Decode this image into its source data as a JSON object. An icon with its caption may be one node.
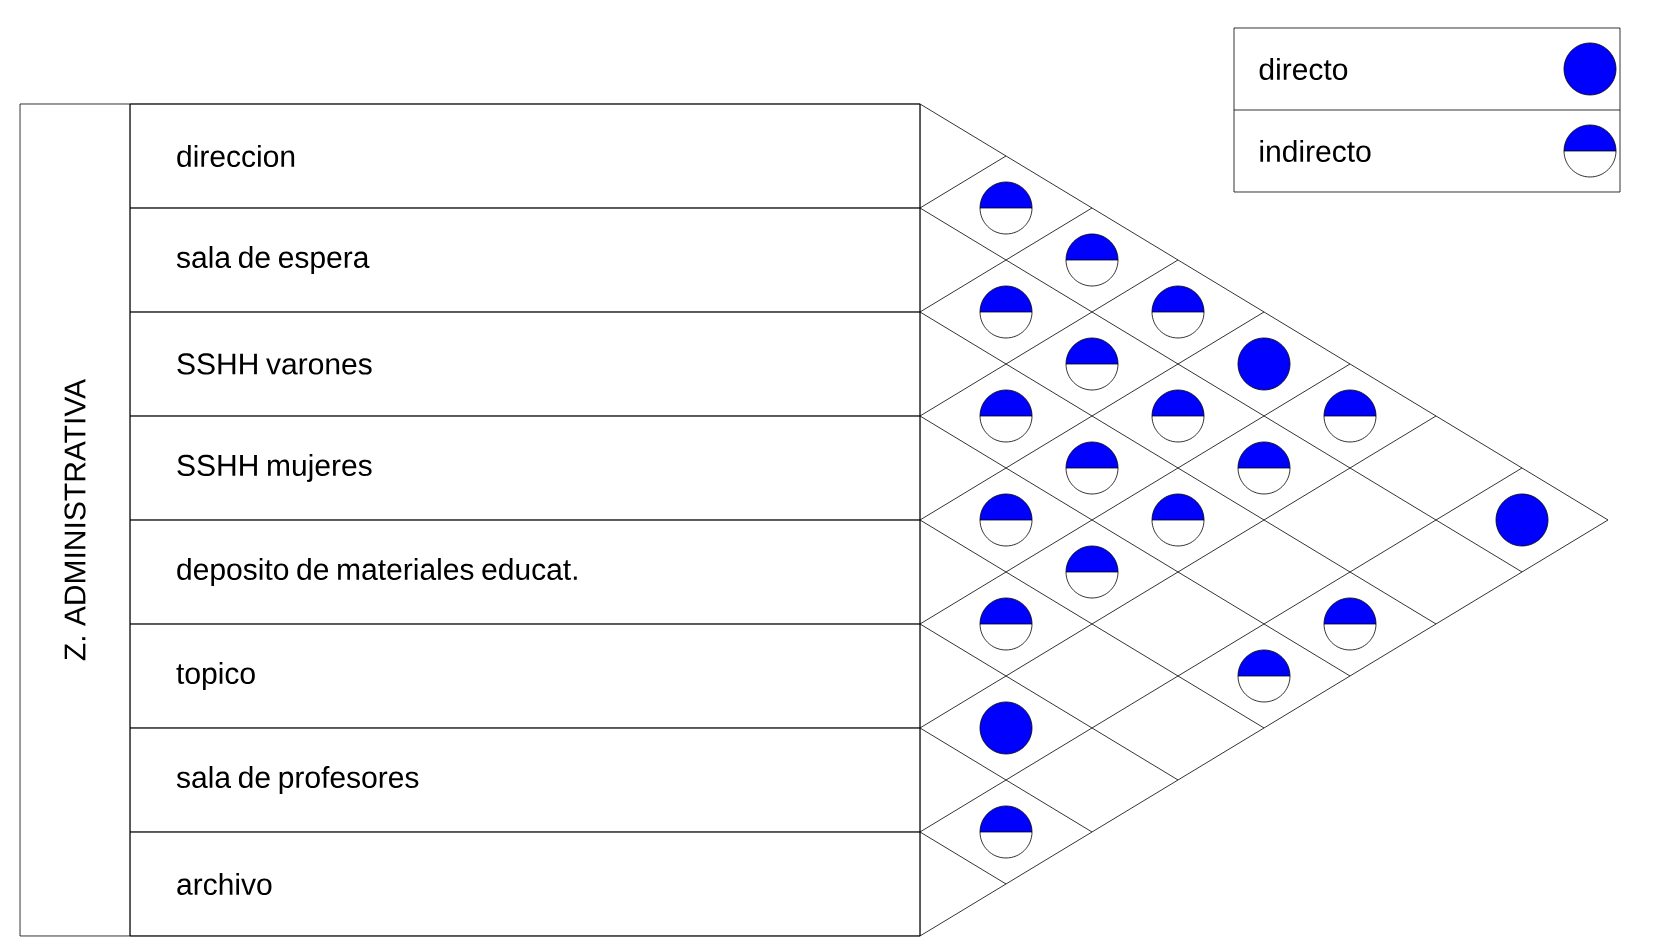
{
  "diagram": {
    "nodes": [
      {
        "text": [
          "Z. ADMINISTRATIVA"
        ]
      },
      {
        "text": [
          "direccion"
        ],
        "in": 0
      },
      {
        "text": [
          "sala de espera"
        ],
        "in": 0
      },
      {
        "text": [
          "SSHH varones"
        ],
        "in": 0
      },
      {
        "text": [
          "SSHH mujeres"
        ],
        "in": 0
      },
      {
        "text": [
          "deposito de materiales educat."
        ],
        "in": 0
      },
      {
        "text": [
          "topico"
        ],
        "in": 0
      },
      {
        "text": [
          "sala de profesores"
        ],
        "in": 0
      },
      {
        "text": [
          "archivo"
        ],
        "in": 0
      },
      {
        "text": [],
        "shape": "half-circle"
      },
      {
        "text": [],
        "shape": "half-circle"
      },
      {
        "text": [],
        "shape": "half-circle"
      },
      {
        "text": [],
        "shape": "half-circle"
      },
      {
        "text": [],
        "shape": "half-circle"
      },
      {
        "text": [],
        "shape": "circle"
      },
      {
        "text": [],
        "shape": "half-circle"
      },
      {
        "text": [],
        "shape": "half-circle"
      },
      {
        "text": [],
        "shape": "half-circle"
      },
      {
        "text": [],
        "shape": "half-circle"
      },
      {
        "text": [],
        "shape": "half-circle"
      },
      {
        "text": [],
        "shape": "half-circle"
      },
      {
        "text": [],
        "shape": "half-circle"
      },
      {
        "text": [],
        "shape": "circle"
      },
      {
        "text": [],
        "shape": "half-circle"
      },
      {
        "text": [],
        "shape": "half-circle"
      },
      {
        "text": [],
        "shape": "half-circle"
      },
      {
        "text": [],
        "shape": "half-circle"
      },
      {
        "text": [],
        "shape": "circle"
      },
      {
        "text": [],
        "shape": "half-circle"
      }
    ],
    "legend": [
      {
        "text": "directo"
      },
      {
        "text": "indirecto"
      }
    ]
  }
}
